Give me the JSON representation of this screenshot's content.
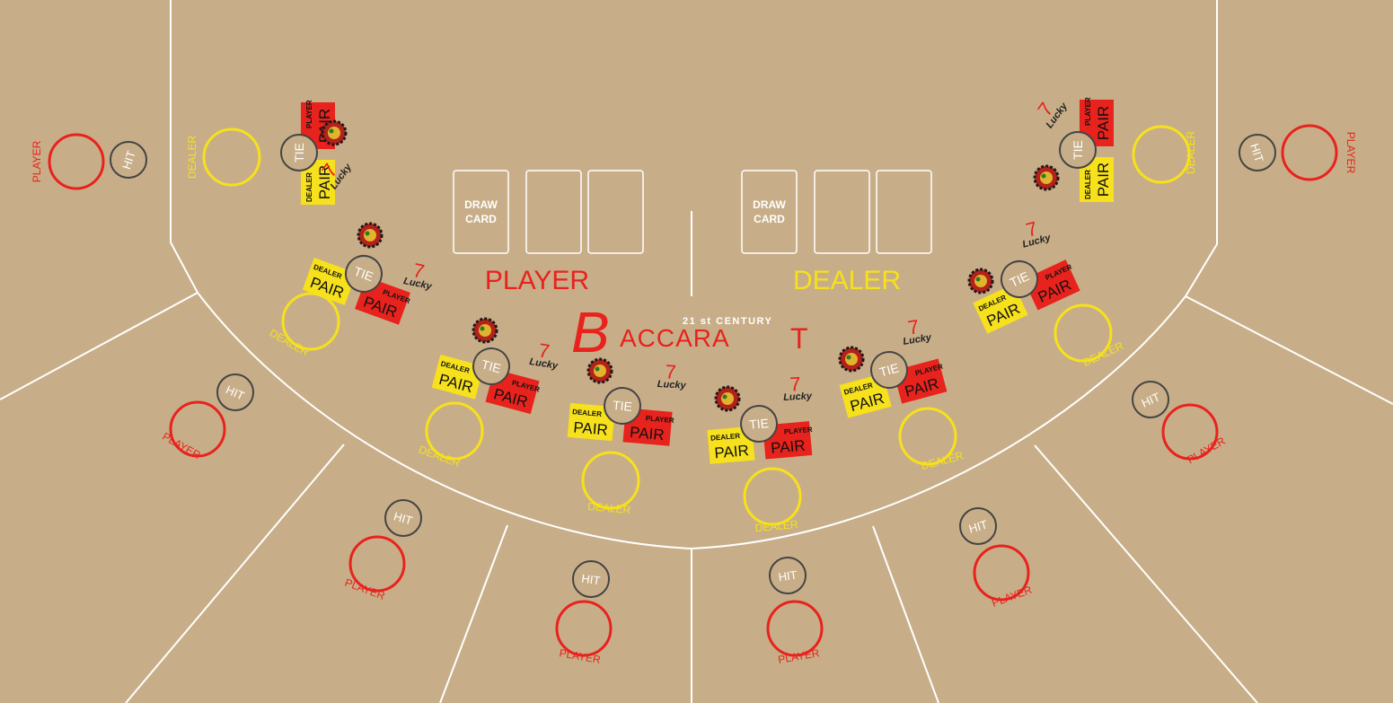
{
  "table": {
    "felt_color": "#c8ae88",
    "line_color": "#ffffff",
    "player_color": "#e8221d",
    "dealer_color": "#f6e11c",
    "ring_color": "#444444"
  },
  "logo": {
    "tagline": "21 st CENTURY",
    "brand_initial": "B",
    "brand_middle": "ACCARA",
    "brand_final": "T"
  },
  "hands": {
    "player_label": "PLAYER",
    "dealer_label": "DEALER",
    "draw_card_line1": "DRAW",
    "draw_card_line2": "CARD"
  },
  "outer_seats": {
    "hit": "HIT",
    "player": "PLAYER"
  },
  "inner_bets": {
    "dealer": "DEALER",
    "tie": "TIE",
    "pair": "PAIR",
    "dealer_small": "DEALER",
    "player_small": "PLAYER",
    "lucky": "Lucky",
    "seven": "7"
  }
}
